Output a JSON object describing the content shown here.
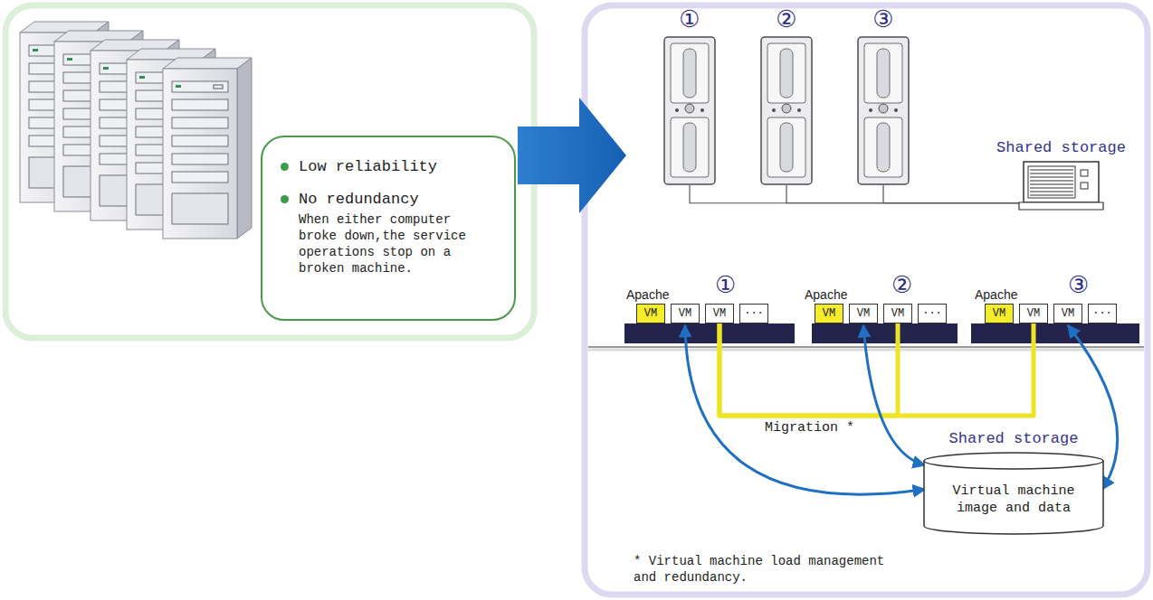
{
  "diagram": {
    "nodes": [
      {
        "text": [
          "Low reliability",
          "No redundancy",
          "When either computer broke down,the service operations stop on a broken machine."
        ]
      },
      {
        "text": [
          "①"
        ]
      },
      {
        "text": [
          "②"
        ]
      },
      {
        "text": [
          "③"
        ]
      },
      {
        "text": [
          "Shared storage"
        ]
      },
      {
        "text": [
          "VM"
        ]
      },
      {
        "text": [
          "VM"
        ]
      },
      {
        "text": [
          "VM"
        ]
      },
      {
        "text": [
          "···"
        ]
      },
      {
        "text": [
          "VM"
        ]
      },
      {
        "text": [
          "VM"
        ]
      },
      {
        "text": [
          "VM"
        ]
      },
      {
        "text": [
          "···"
        ]
      },
      {
        "text": [
          "VM"
        ]
      },
      {
        "text": [
          "VM"
        ]
      },
      {
        "text": [
          "VM"
        ]
      },
      {
        "text": [
          "···"
        ]
      },
      {
        "text": [
          "Shared storage",
          "Virtual machine image and data"
        ]
      }
    ],
    "edges": [
      {
        "from": 1,
        "to": 4,
        "arrow": "none"
      },
      {
        "from": 2,
        "to": 4,
        "arrow": "none"
      },
      {
        "from": 3,
        "to": 4,
        "arrow": "none"
      },
      {
        "from": 7,
        "to": 11,
        "label": "Migration *",
        "arrow": "none"
      },
      {
        "from": 7,
        "to": 14,
        "arrow": "none"
      },
      {
        "from": 6,
        "to": 17,
        "arrow": "both"
      },
      {
        "from": 10,
        "to": 17,
        "arrow": "both"
      },
      {
        "from": 15,
        "to": 17,
        "arrow": "both"
      }
    ],
    "labels": [
      "①",
      "②",
      "③",
      "Apache",
      "Apache",
      "Apache",
      "* Virtual machine load management and redundancy."
    ]
  }
}
